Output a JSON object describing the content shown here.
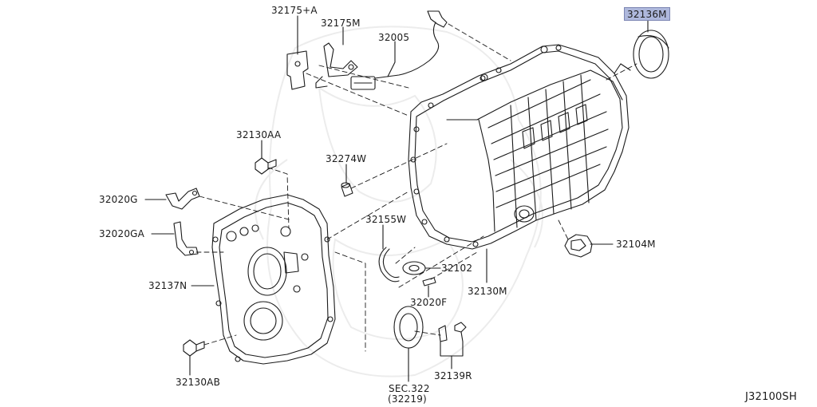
{
  "diagram": {
    "figure_code": "J32100SH",
    "highlight_color": "#aeb8dc",
    "line_color": "#1a1a1a",
    "callouts": [
      {
        "id": "c1",
        "text": "32175+A"
      },
      {
        "id": "c2",
        "text": "32175M"
      },
      {
        "id": "c3",
        "text": "32005"
      },
      {
        "id": "c4",
        "text": "32136M",
        "highlighted": true
      },
      {
        "id": "c5",
        "text": "32130AA"
      },
      {
        "id": "c6",
        "text": "32274W"
      },
      {
        "id": "c7",
        "text": "32020G"
      },
      {
        "id": "c8",
        "text": "32020GA"
      },
      {
        "id": "c9",
        "text": "32155W"
      },
      {
        "id": "c10",
        "text": "32102"
      },
      {
        "id": "c11",
        "text": "32104M"
      },
      {
        "id": "c12",
        "text": "32137N"
      },
      {
        "id": "c13",
        "text": "32020F"
      },
      {
        "id": "c14",
        "text": "32130M"
      },
      {
        "id": "c15",
        "text": "32130AB"
      },
      {
        "id": "c16",
        "text": "32139R"
      },
      {
        "id": "c17",
        "text": "SEC.322"
      },
      {
        "id": "c18",
        "text": "(32219)"
      }
    ]
  }
}
